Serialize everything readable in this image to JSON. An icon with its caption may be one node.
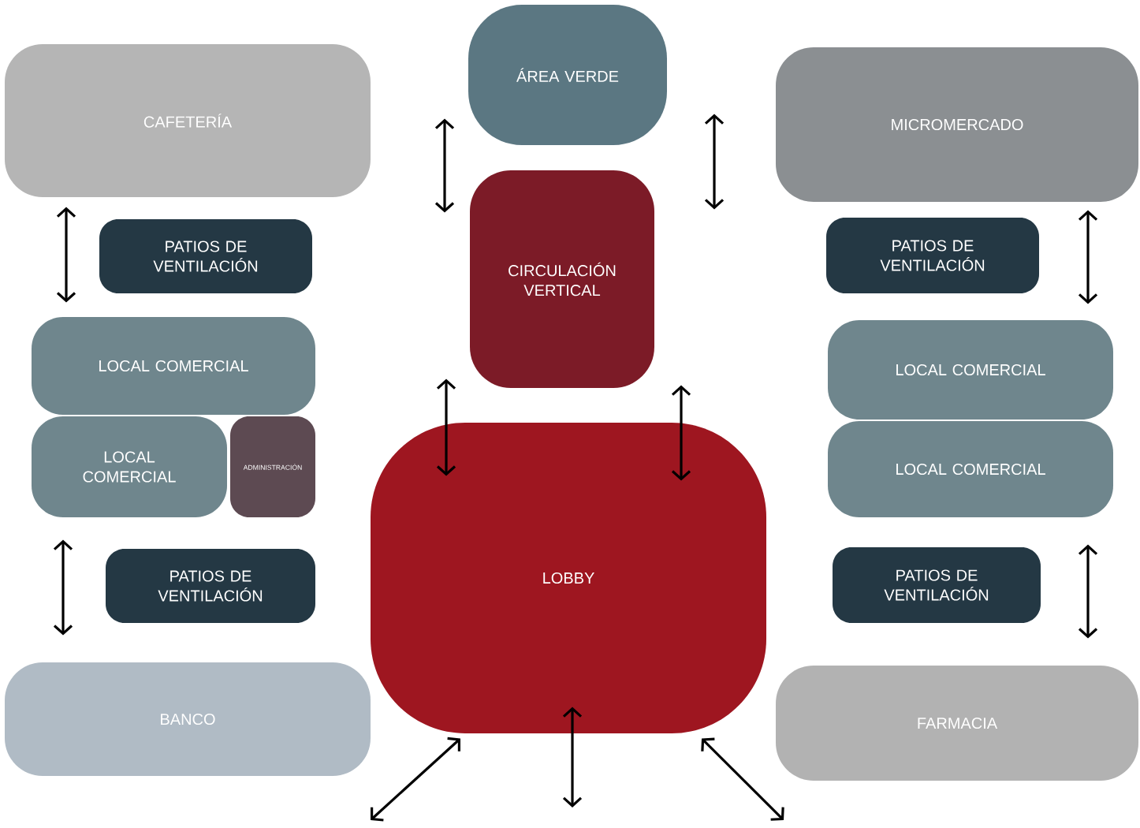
{
  "diagram": {
    "nodes": [
      {
        "text": [
          "CAFETERÍA"
        ]
      },
      {
        "text": [
          "ÁREA VERDE"
        ]
      },
      {
        "text": [
          "MICROMERCADO"
        ]
      },
      {
        "text": [
          "PATIOS DE VENTILACIÓN"
        ]
      },
      {
        "text": [
          "CIRCULACIÓN VERTICAL"
        ]
      },
      {
        "text": [
          "PATIOS DE VENTILACIÓN"
        ]
      },
      {
        "text": [
          "LOCAL COMERCIAL"
        ]
      },
      {
        "text": [
          "LOCAL COMERCIAL"
        ]
      },
      {
        "text": [
          "LOCAL COMERCIAL"
        ]
      },
      {
        "text": [
          "ADMINISTRACIÓN"
        ]
      },
      {
        "text": [
          "LOCAL COMERCIAL"
        ]
      },
      {
        "text": [
          "LOBBY"
        ]
      },
      {
        "text": [
          "PATIOS DE VENTILACIÓN"
        ]
      },
      {
        "text": [
          "PATIOS DE VENTILACIÓN"
        ]
      },
      {
        "text": [
          "BANCO"
        ]
      },
      {
        "text": [
          "FARMACIA"
        ]
      }
    ],
    "edges": [
      {
        "from": 0,
        "to": 6,
        "arrow": "both"
      },
      {
        "from": 1,
        "to": 4,
        "arrow": "both"
      },
      {
        "from": 1,
        "to": 4,
        "arrow": "both"
      },
      {
        "from": 2,
        "to": 7,
        "arrow": "both"
      },
      {
        "from": 4,
        "to": 11,
        "arrow": "both"
      },
      {
        "from": 4,
        "to": 11,
        "arrow": "both"
      },
      {
        "from": 8,
        "to": 14,
        "arrow": "both"
      },
      {
        "from": 10,
        "to": 15,
        "arrow": "both"
      },
      {
        "from": 11,
        "to": null,
        "arrow": "both"
      },
      {
        "from": 11,
        "to": null,
        "arrow": "both"
      },
      {
        "from": 11,
        "to": null,
        "arrow": "both"
      }
    ]
  }
}
